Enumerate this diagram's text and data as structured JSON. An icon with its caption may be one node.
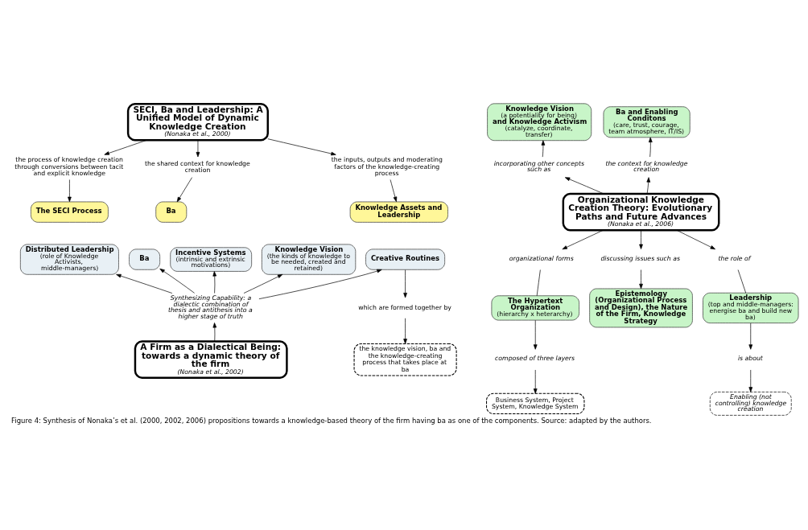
{
  "diagram": {
    "caption": "Figure 4: Synthesis of Nonaka’s et al. (2000, 2002, 2006) propositions towards a knowledge-based theory of the firm having ba as one of the components. Source: adapted by the authors.",
    "nodes": [
      {
        "text": [
          "SECI, Ba and Leadership: A Unified Model of Dynamic Knowledge Creation",
          "(Nonaka et al., 2000)"
        ]
      },
      {
        "text": [
          "the process of knowledge creation through conversions between tacit and explicit knowledge"
        ]
      },
      {
        "text": [
          "the shared context for knowledge creation"
        ]
      },
      {
        "text": [
          "the inputs, outputs and moderating factors of the knowledge-creating process"
        ]
      },
      {
        "text": [
          "The SECI Process"
        ]
      },
      {
        "text": [
          "Ba"
        ]
      },
      {
        "text": [
          "Knowledge Assets and Leadership"
        ]
      },
      {
        "text": [
          "Distributed Leadership",
          "(role of Knowledge Activists, middle-managers)"
        ]
      },
      {
        "text": [
          "Ba"
        ]
      },
      {
        "text": [
          "Incentive Systems",
          "(intrinsic and extrinsic motivations)"
        ]
      },
      {
        "text": [
          "Creative Routines"
        ]
      },
      {
        "text": [
          "Knowledge Vision",
          "(the kinds of knowledge to be needed, created and retained)"
        ]
      },
      {
        "text": [
          "which are formed together by"
        ]
      },
      {
        "text": [
          "the knowledge vision, ba and the knowledge-creating process that takes place at ba"
        ]
      },
      {
        "text": [
          "Synthesizing Capability: a dialectic combination of thesis and antithesis into a higher stage of truth"
        ]
      },
      {
        "text": [
          "A Firm as a Dialectical Being: towards a dynamic theory of the firm",
          "(Nonaka et al., 2002)"
        ]
      },
      {
        "text": [
          "Knowledge Vision",
          "(a potentiality for being)",
          "and Knowledge Activism",
          "(catalyze, coordinate, transfer)"
        ]
      },
      {
        "text": [
          "Ba and Enabling Conditons",
          "(care, trust, courage, team atmosphere, IT/IS)"
        ]
      },
      {
        "text": [
          "incorporating other concepts such as"
        ]
      },
      {
        "text": [
          "the context for knowledge creation"
        ]
      },
      {
        "text": [
          "Organizational Knowledge Creation Theory: Evolutionary Paths and Future Advances",
          "(Nonaka et al., 2006)"
        ]
      },
      {
        "text": [
          "organizational forms"
        ]
      },
      {
        "text": [
          "discussing issues such as"
        ]
      },
      {
        "text": [
          "the role of"
        ]
      },
      {
        "text": [
          "The Hypertext Organization",
          "(hierarchy x heterarchy)"
        ]
      },
      {
        "text": [
          "Epistemology (Organizational Process and Design), the Nature of the Firm, Knowledge Strategy"
        ]
      },
      {
        "text": [
          "Leadership",
          "(top and middle-managers: energise ba and build new ba)"
        ]
      },
      {
        "text": [
          "composed of three layers"
        ]
      },
      {
        "text": [
          "is about"
        ]
      },
      {
        "text": [
          "Business System, Project System, Knowledge System"
        ]
      },
      {
        "text": [
          "Enabling (not controlling) knowledge creation"
        ]
      }
    ],
    "edges": [
      {
        "from": 0,
        "to": 1,
        "arrow": "to"
      },
      {
        "from": 0,
        "to": 2,
        "arrow": "to"
      },
      {
        "from": 0,
        "to": 3,
        "arrow": "to"
      },
      {
        "from": 1,
        "to": 4,
        "arrow": "to"
      },
      {
        "from": 2,
        "to": 5,
        "arrow": "to"
      },
      {
        "from": 3,
        "to": 6,
        "arrow": "to"
      },
      {
        "from": 14,
        "to": 7,
        "arrow": "to"
      },
      {
        "from": 14,
        "to": 8,
        "arrow": "to"
      },
      {
        "from": 14,
        "to": 9,
        "arrow": "to"
      },
      {
        "from": 14,
        "to": 10,
        "arrow": "to"
      },
      {
        "from": 14,
        "to": 11,
        "arrow": "to"
      },
      {
        "from": 10,
        "to": 12,
        "arrow": "to"
      },
      {
        "from": 12,
        "to": 13,
        "arrow": "to"
      },
      {
        "from": 15,
        "to": 14,
        "arrow": "to"
      },
      {
        "from": 20,
        "to": 18,
        "arrow": "to"
      },
      {
        "from": 18,
        "to": 16,
        "arrow": "to"
      },
      {
        "from": 20,
        "to": 19,
        "arrow": "to"
      },
      {
        "from": 19,
        "to": 17,
        "arrow": "to"
      },
      {
        "from": 20,
        "to": 21,
        "arrow": "to"
      },
      {
        "from": 20,
        "to": 22,
        "arrow": "to"
      },
      {
        "from": 20,
        "to": 23,
        "arrow": "to"
      },
      {
        "from": 21,
        "to": 24,
        "arrow": "none"
      },
      {
        "from": 22,
        "to": 25,
        "arrow": "to"
      },
      {
        "from": 23,
        "to": 26,
        "arrow": "none"
      },
      {
        "from": 24,
        "to": 27,
        "arrow": "to"
      },
      {
        "from": 27,
        "to": 29,
        "arrow": "to"
      },
      {
        "from": 26,
        "to": 28,
        "arrow": "to"
      },
      {
        "from": 28,
        "to": 30,
        "arrow": "to"
      }
    ]
  }
}
